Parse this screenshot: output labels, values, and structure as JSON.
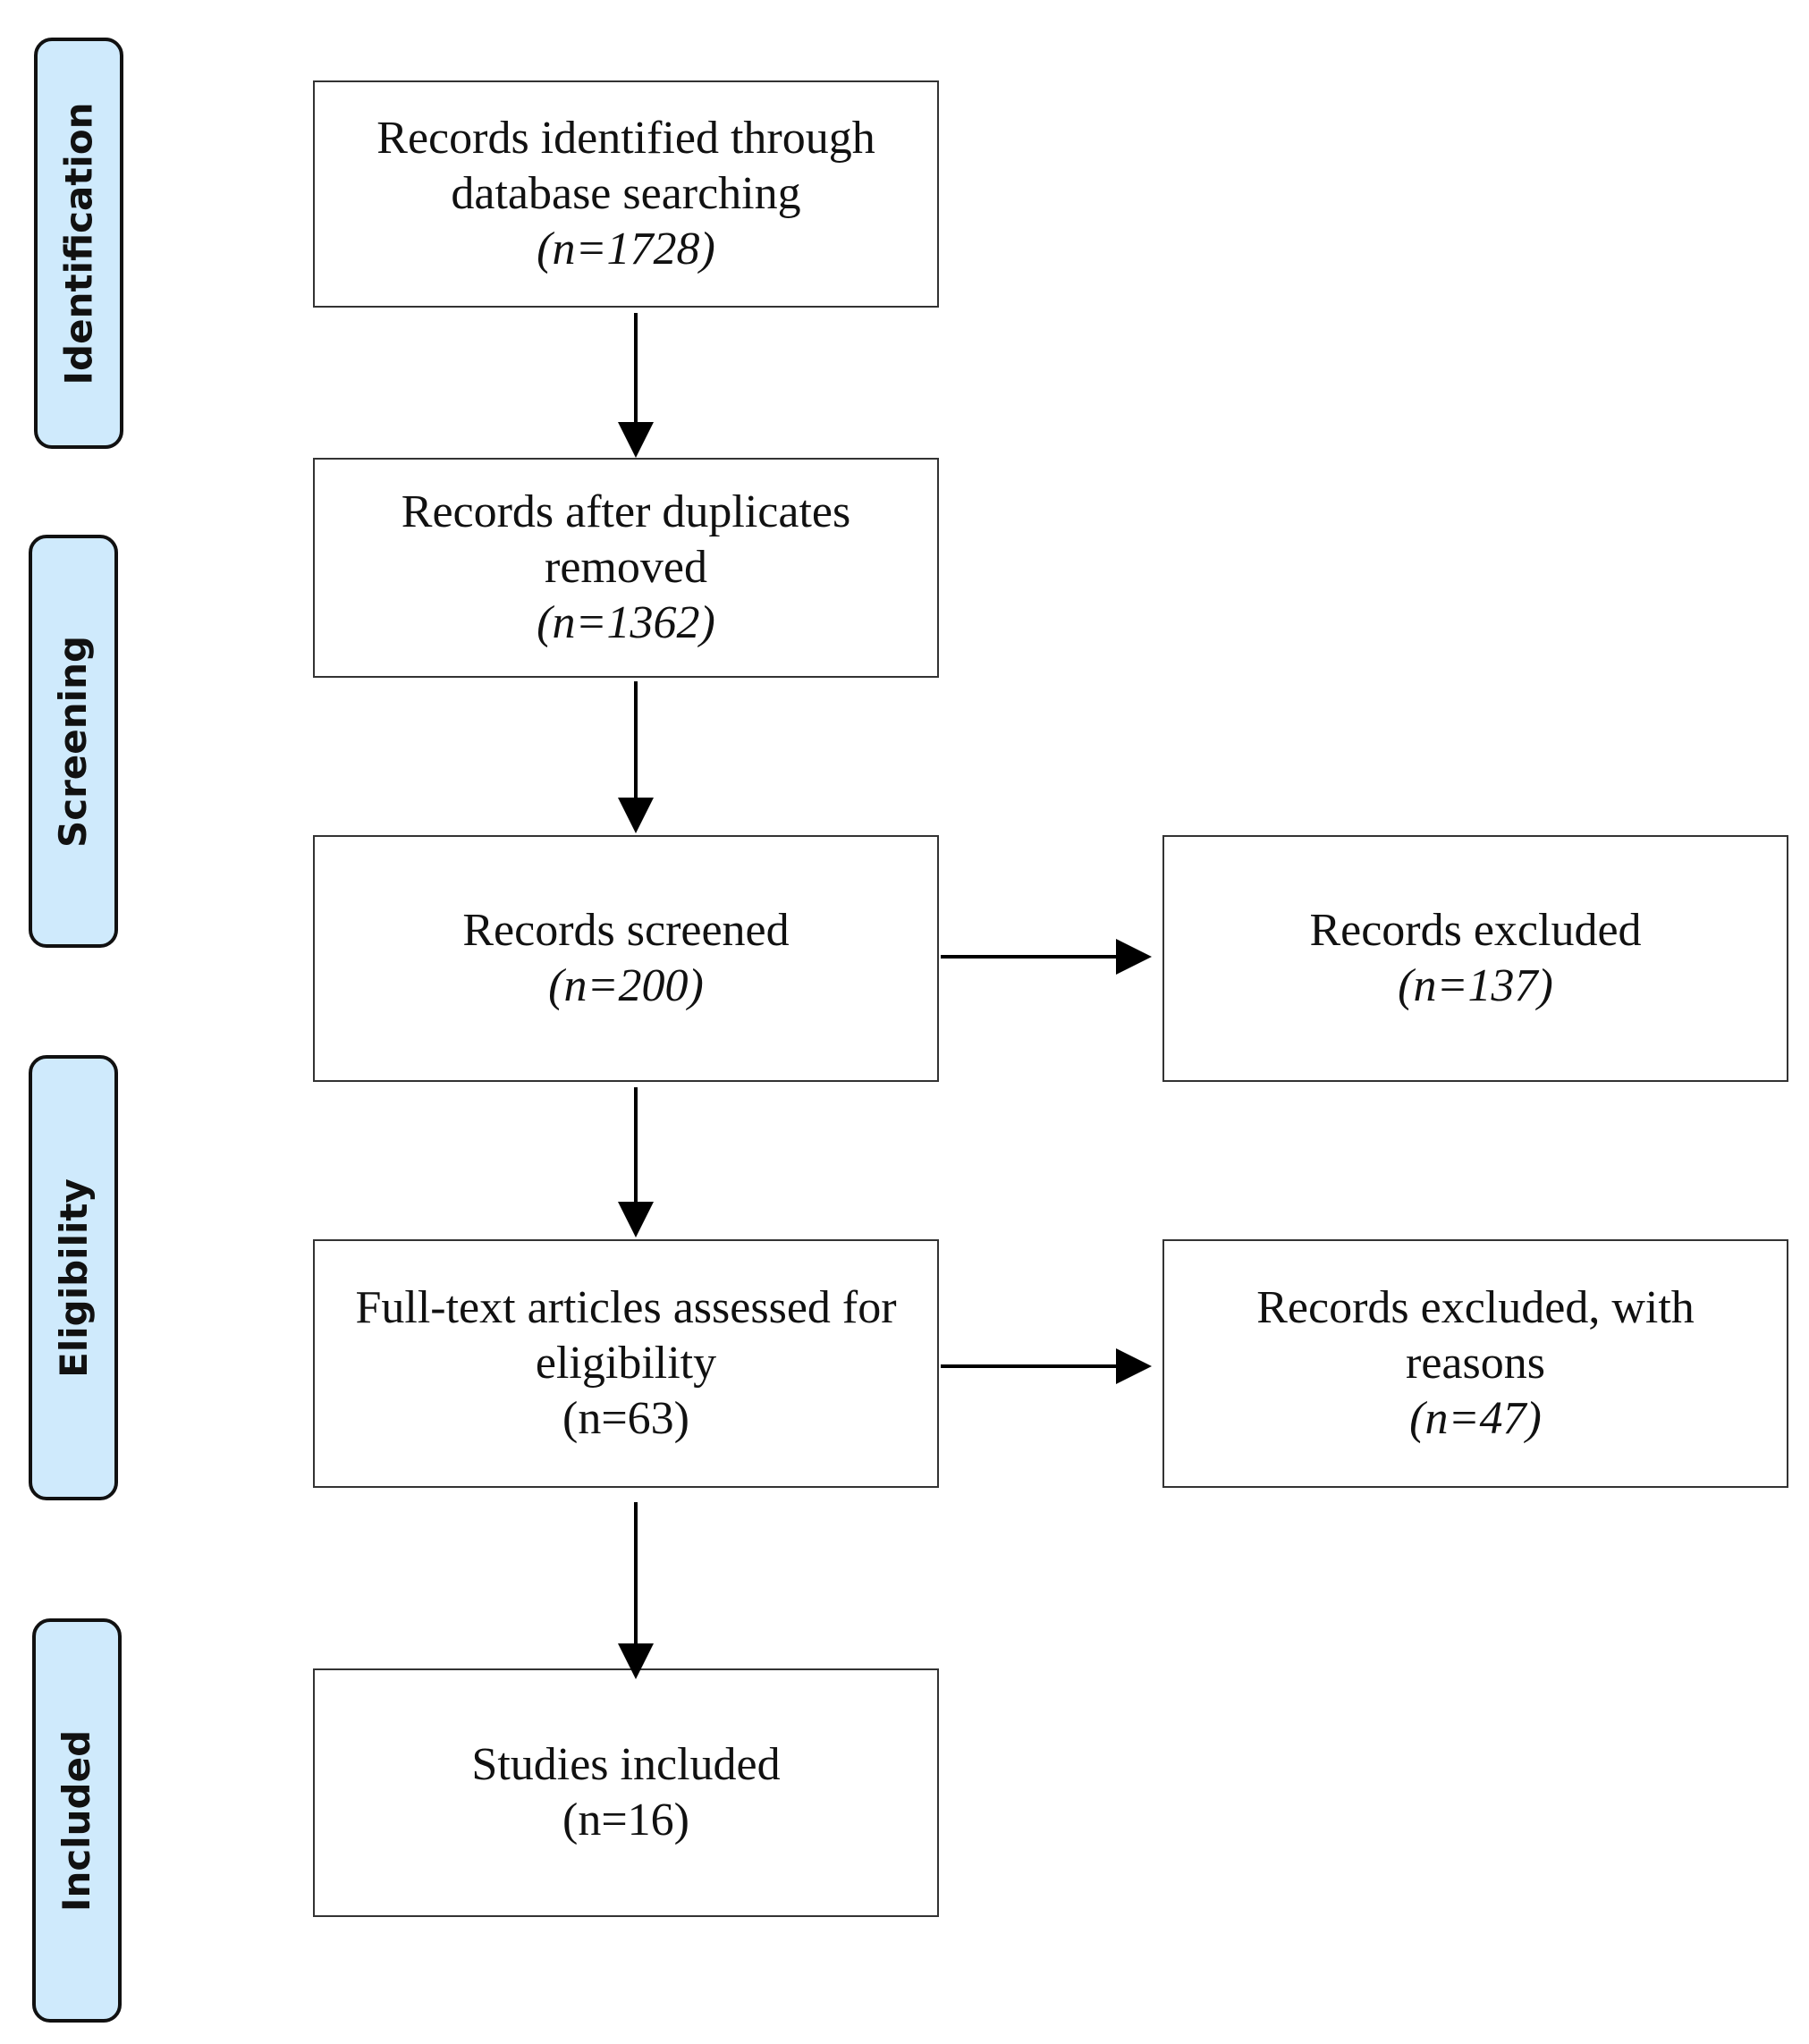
{
  "stages": [
    {
      "id": "identification",
      "label": "Identification"
    },
    {
      "id": "screening",
      "label": "Screening"
    },
    {
      "id": "eligibility",
      "label": "Eligibility"
    },
    {
      "id": "included",
      "label": "Included"
    }
  ],
  "boxes": {
    "identified": {
      "line1": "Records identified through",
      "line2": "database searching",
      "count": "(n=1728)"
    },
    "after_duplicates": {
      "line1": "Records after duplicates",
      "line2": "removed",
      "count": "(n=1362)"
    },
    "screened": {
      "line1": "Records screened",
      "count": "(n=200)"
    },
    "excluded": {
      "line1": "Records excluded",
      "count": "(n=137)"
    },
    "fulltext": {
      "line1": "Full-text articles assessed for",
      "line2": "eligibility",
      "count": "(n=63)"
    },
    "excluded_reasons": {
      "line1": "Records excluded, with",
      "line2": "reasons",
      "count": "(n=47)"
    },
    "included": {
      "line1": "Studies included",
      "count": "(n=16)"
    }
  },
  "colors": {
    "stage_fill": "#cfeafc",
    "stage_border": "#111111",
    "box_border": "#333333",
    "arrow": "#000000"
  }
}
